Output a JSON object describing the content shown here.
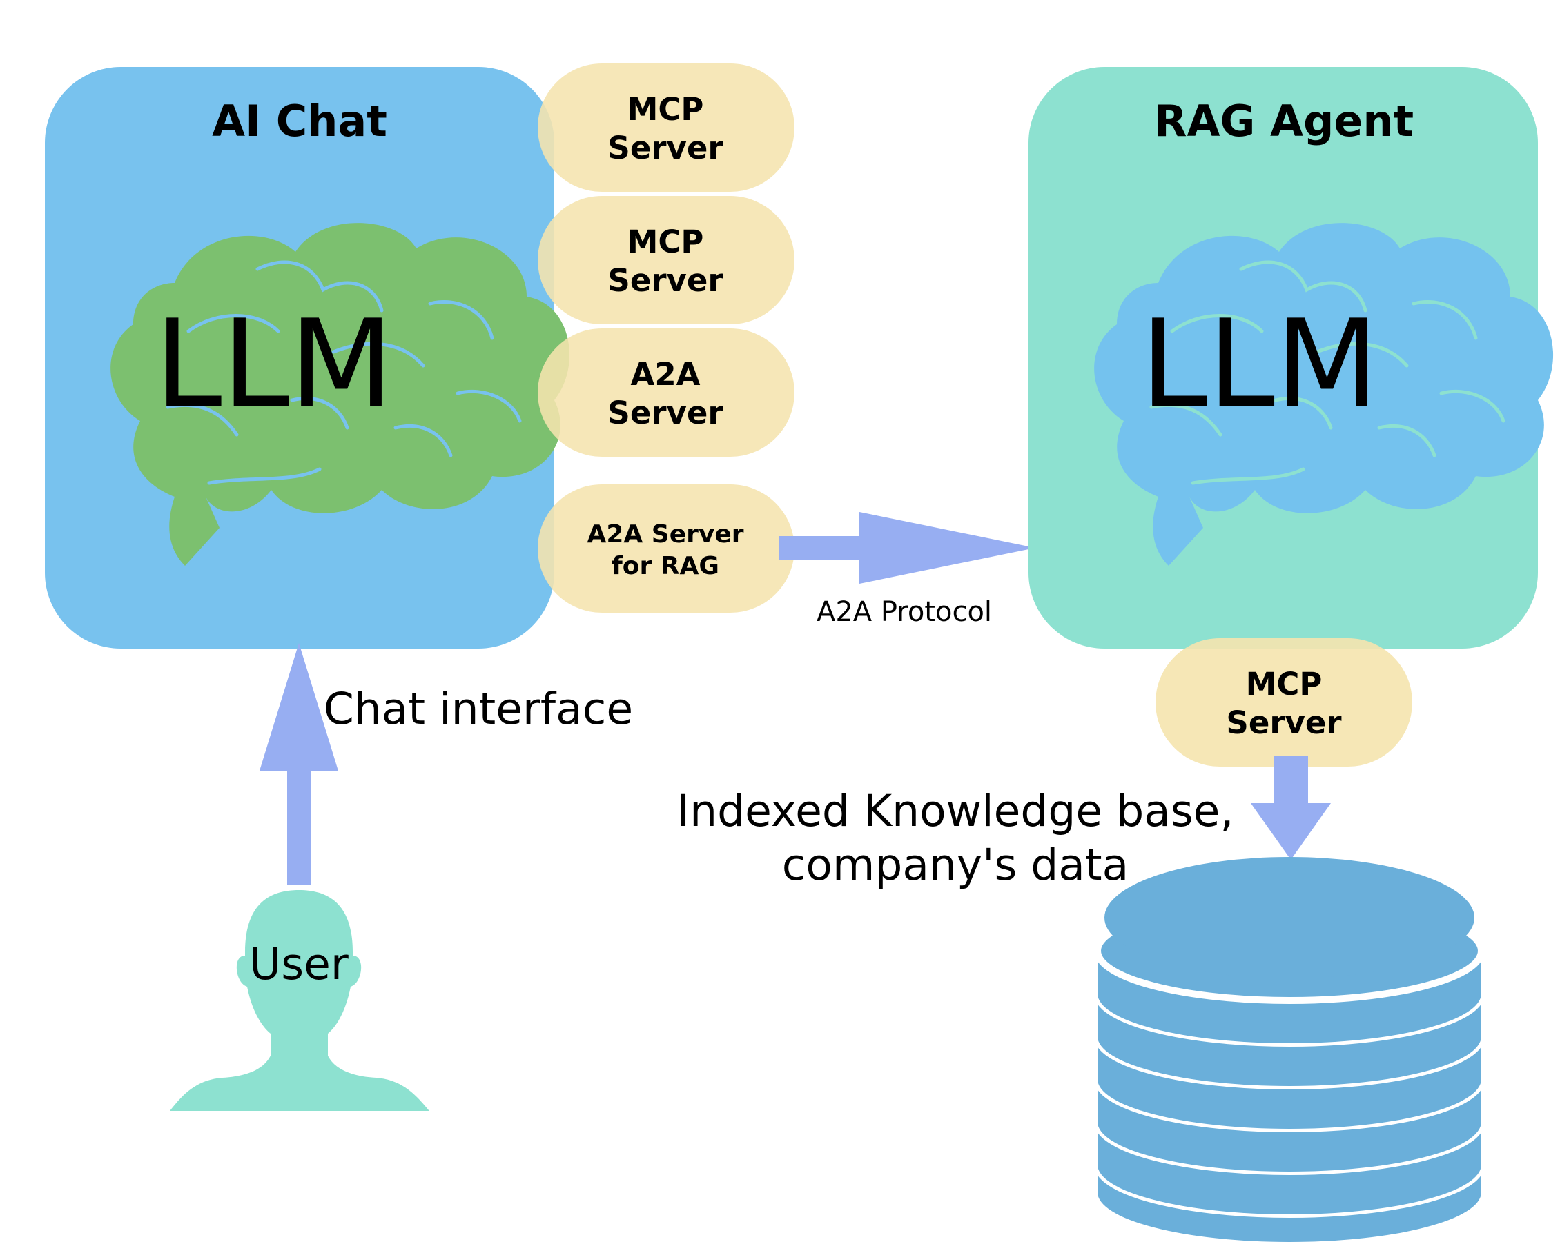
{
  "nodes": {
    "ai_chat": {
      "title": "AI Chat",
      "llm_label": "LLM"
    },
    "rag_agent": {
      "title": "RAG Agent",
      "llm_label": "LLM"
    },
    "mcp_server_1": {
      "line1": "MCP",
      "line2": "Server"
    },
    "mcp_server_2": {
      "line1": "MCP",
      "line2": "Server"
    },
    "a2a_server": {
      "line1": "A2A",
      "line2": "Server"
    },
    "a2a_server_rag": {
      "line1": "A2A Server",
      "line2": "for RAG"
    },
    "rag_mcp_server": {
      "line1": "MCP",
      "line2": "Server"
    },
    "user": {
      "label": "User"
    }
  },
  "labels": {
    "chat_interface": "Chat interface",
    "a2a_protocol": "A2A Protocol",
    "knowledge_line1": "Indexed Knowledge base,",
    "knowledge_line2": "company's data"
  },
  "icons": [
    "brain-icon",
    "user-silhouette-icon",
    "database-icon",
    "arrow-icon"
  ],
  "colors": {
    "ai_chat_box": "#78C2EE",
    "rag_agent_box": "#8DE1D0",
    "server_pill": "#F5E4AE",
    "arrow": "#97AEF2",
    "brain_ai_chat": "#7CC06F",
    "brain_rag": "#74C2EE",
    "user": "#8DE1D0",
    "database": "#6AAFDA"
  }
}
